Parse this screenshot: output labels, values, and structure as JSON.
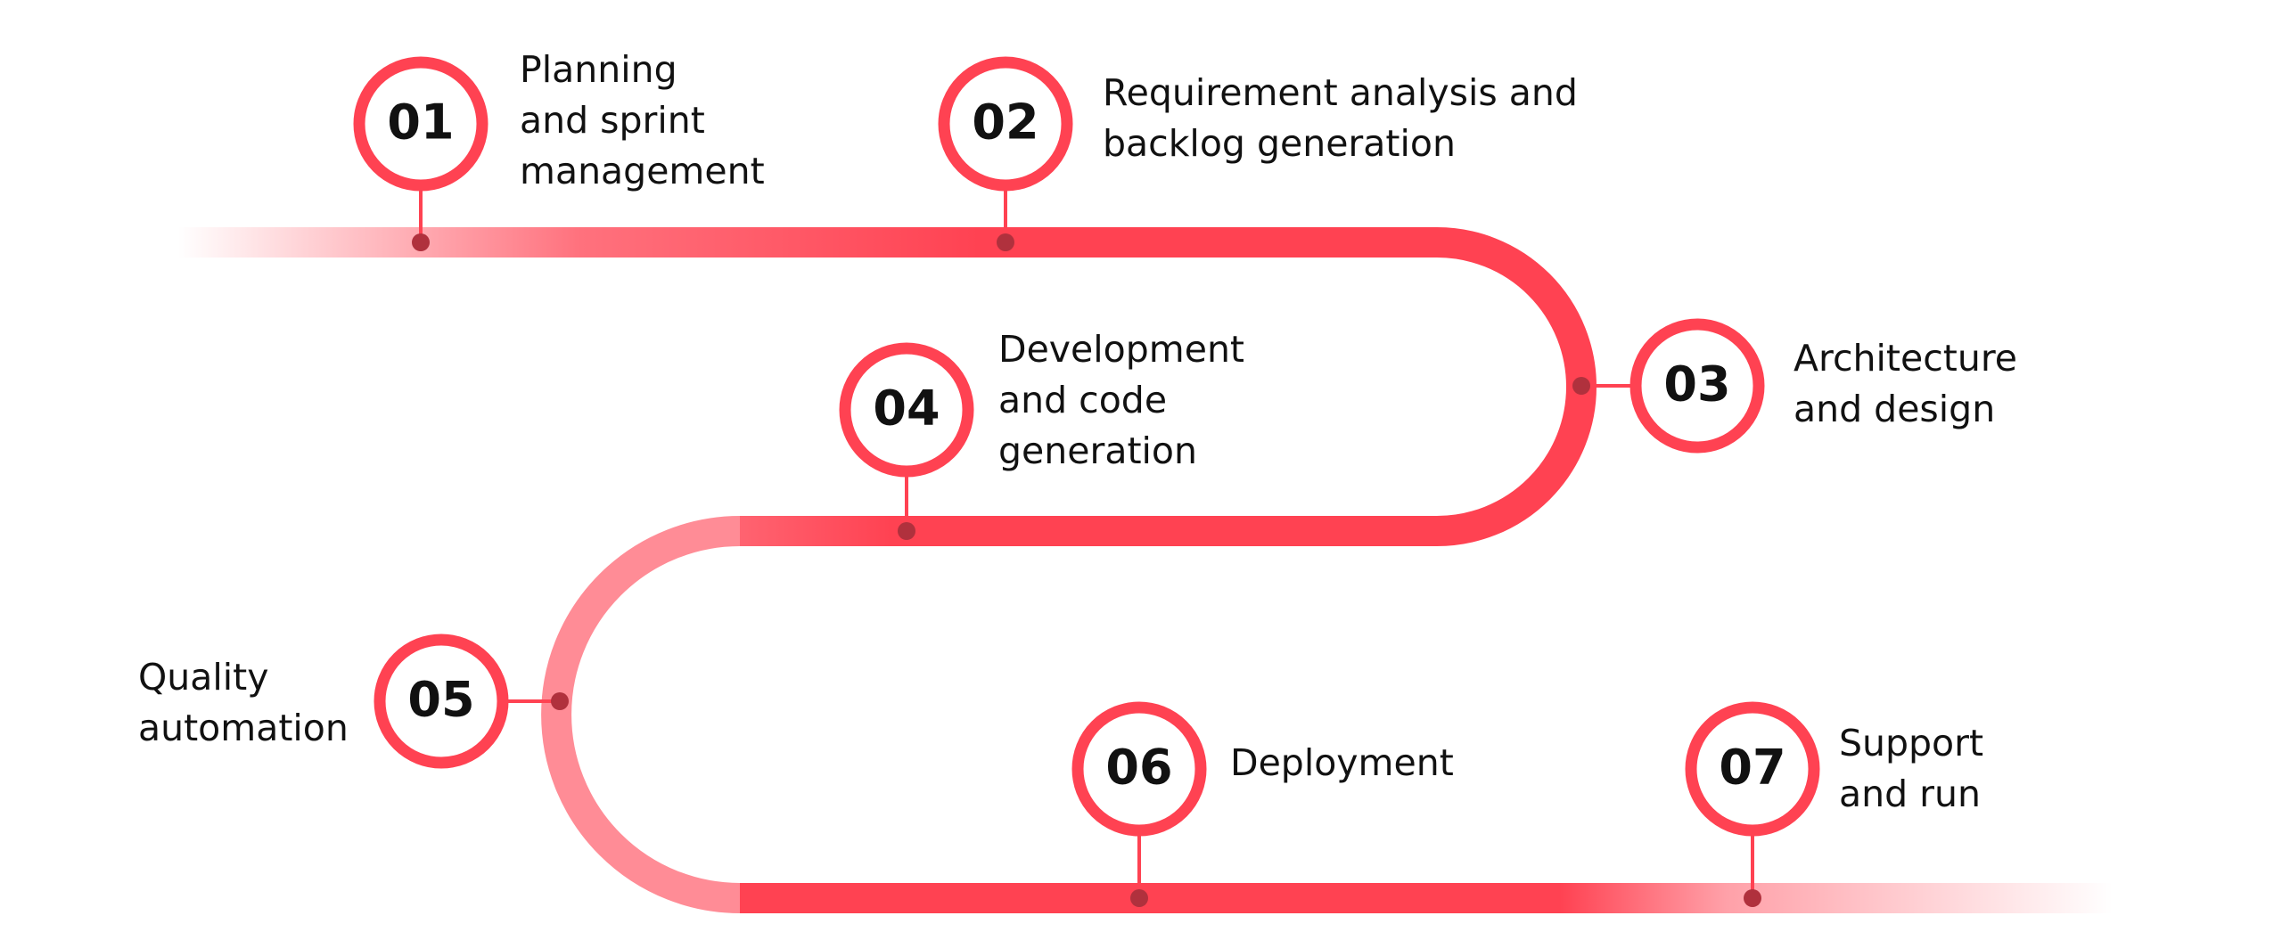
{
  "colors": {
    "accent": "#ff4252",
    "accent_light": "#ffb3ba",
    "dot": "#b0313d",
    "text": "#111111"
  },
  "steps": [
    {
      "number": "01",
      "label_lines": [
        "Planning",
        "and sprint",
        "management"
      ]
    },
    {
      "number": "02",
      "label_lines": [
        "Requirement analysis and",
        "backlog generation"
      ]
    },
    {
      "number": "03",
      "label_lines": [
        "Architecture",
        "and design"
      ]
    },
    {
      "number": "04",
      "label_lines": [
        "Development",
        "and code",
        "generation"
      ]
    },
    {
      "number": "05",
      "label_lines": [
        "Quality",
        "automation"
      ]
    },
    {
      "number": "06",
      "label_lines": [
        "Deployment"
      ]
    },
    {
      "number": "07",
      "label_lines": [
        "Support",
        "and run"
      ]
    }
  ]
}
